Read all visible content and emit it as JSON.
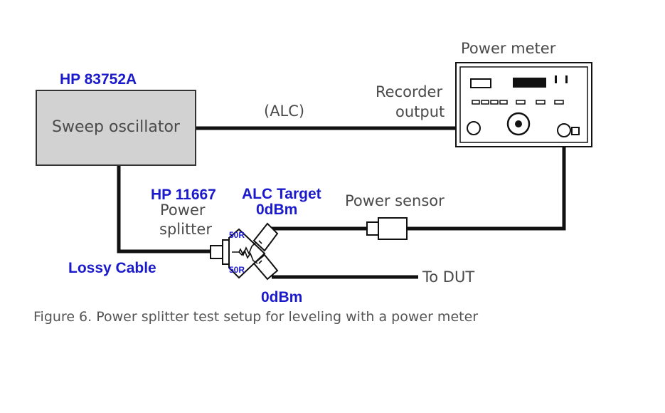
{
  "labels": {
    "hp_83752a": "HP 83752A",
    "sweep_oscillator": "Sweep oscillator",
    "alc": "(ALC)",
    "power_meter": "Power meter",
    "recorder": "Recorder",
    "output": "output",
    "hp_11667": "HP 11667",
    "power": "Power",
    "splitter": "splitter",
    "alc_target": "ALC Target",
    "alc_target_level": "0dBm",
    "power_sensor": "Power sensor",
    "lossy_cable": "Lossy Cable",
    "resistor_top": "50R",
    "resistor_bottom": "50R",
    "output_level": "0dBm",
    "to_dut": "To DUT"
  },
  "caption": "Figure 6. Power splitter test setup for leveling with a power meter",
  "colors": {
    "annotation_blue": "#1a1acc",
    "line_black": "#111111",
    "oscillator_fill": "#d2d2d2",
    "text_gray": "#4a4a4a"
  }
}
